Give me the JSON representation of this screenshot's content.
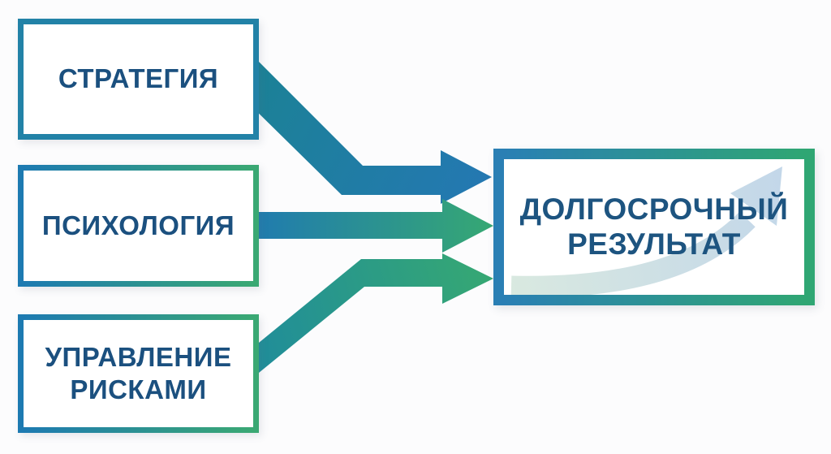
{
  "diagram": {
    "title_semantic": "strategy-psychology-risk-to-long-term-result flow diagram",
    "background": "#fcfcfd",
    "boxes": [
      {
        "id": "strategy",
        "label": "СТРАТЕГИЯ"
      },
      {
        "id": "psychology",
        "label": "ПСИХОЛОГИЯ"
      },
      {
        "id": "risk",
        "label": "УПРАВЛЕНИЕ РИСКАМИ"
      }
    ],
    "result": {
      "label": "ДОЛГОСРОЧНЫЙ РЕЗУЛЬТАТ"
    },
    "icons": {
      "growth_arrow": "growth-trend-arrow-icon"
    },
    "colors": {
      "box1_border": "#2282a7",
      "box23_border_start": "#1d7ab1",
      "box23_border_end": "#3aa873",
      "result_border_start": "#2a7fb4",
      "result_border_end": "#2fa673",
      "label_color": "#1b507f",
      "result_label_color": "#1d5480",
      "arrow1_start": "#1b8294",
      "arrow1_end": "#2478b2",
      "arrow2_start": "#1f79b2",
      "arrow2_end": "#36a873",
      "arrow3_start": "#1f8c9b",
      "arrow3_end": "#36a873",
      "swoosh_start": "#d9e9e0",
      "swoosh_end": "#c3d7e9"
    }
  }
}
